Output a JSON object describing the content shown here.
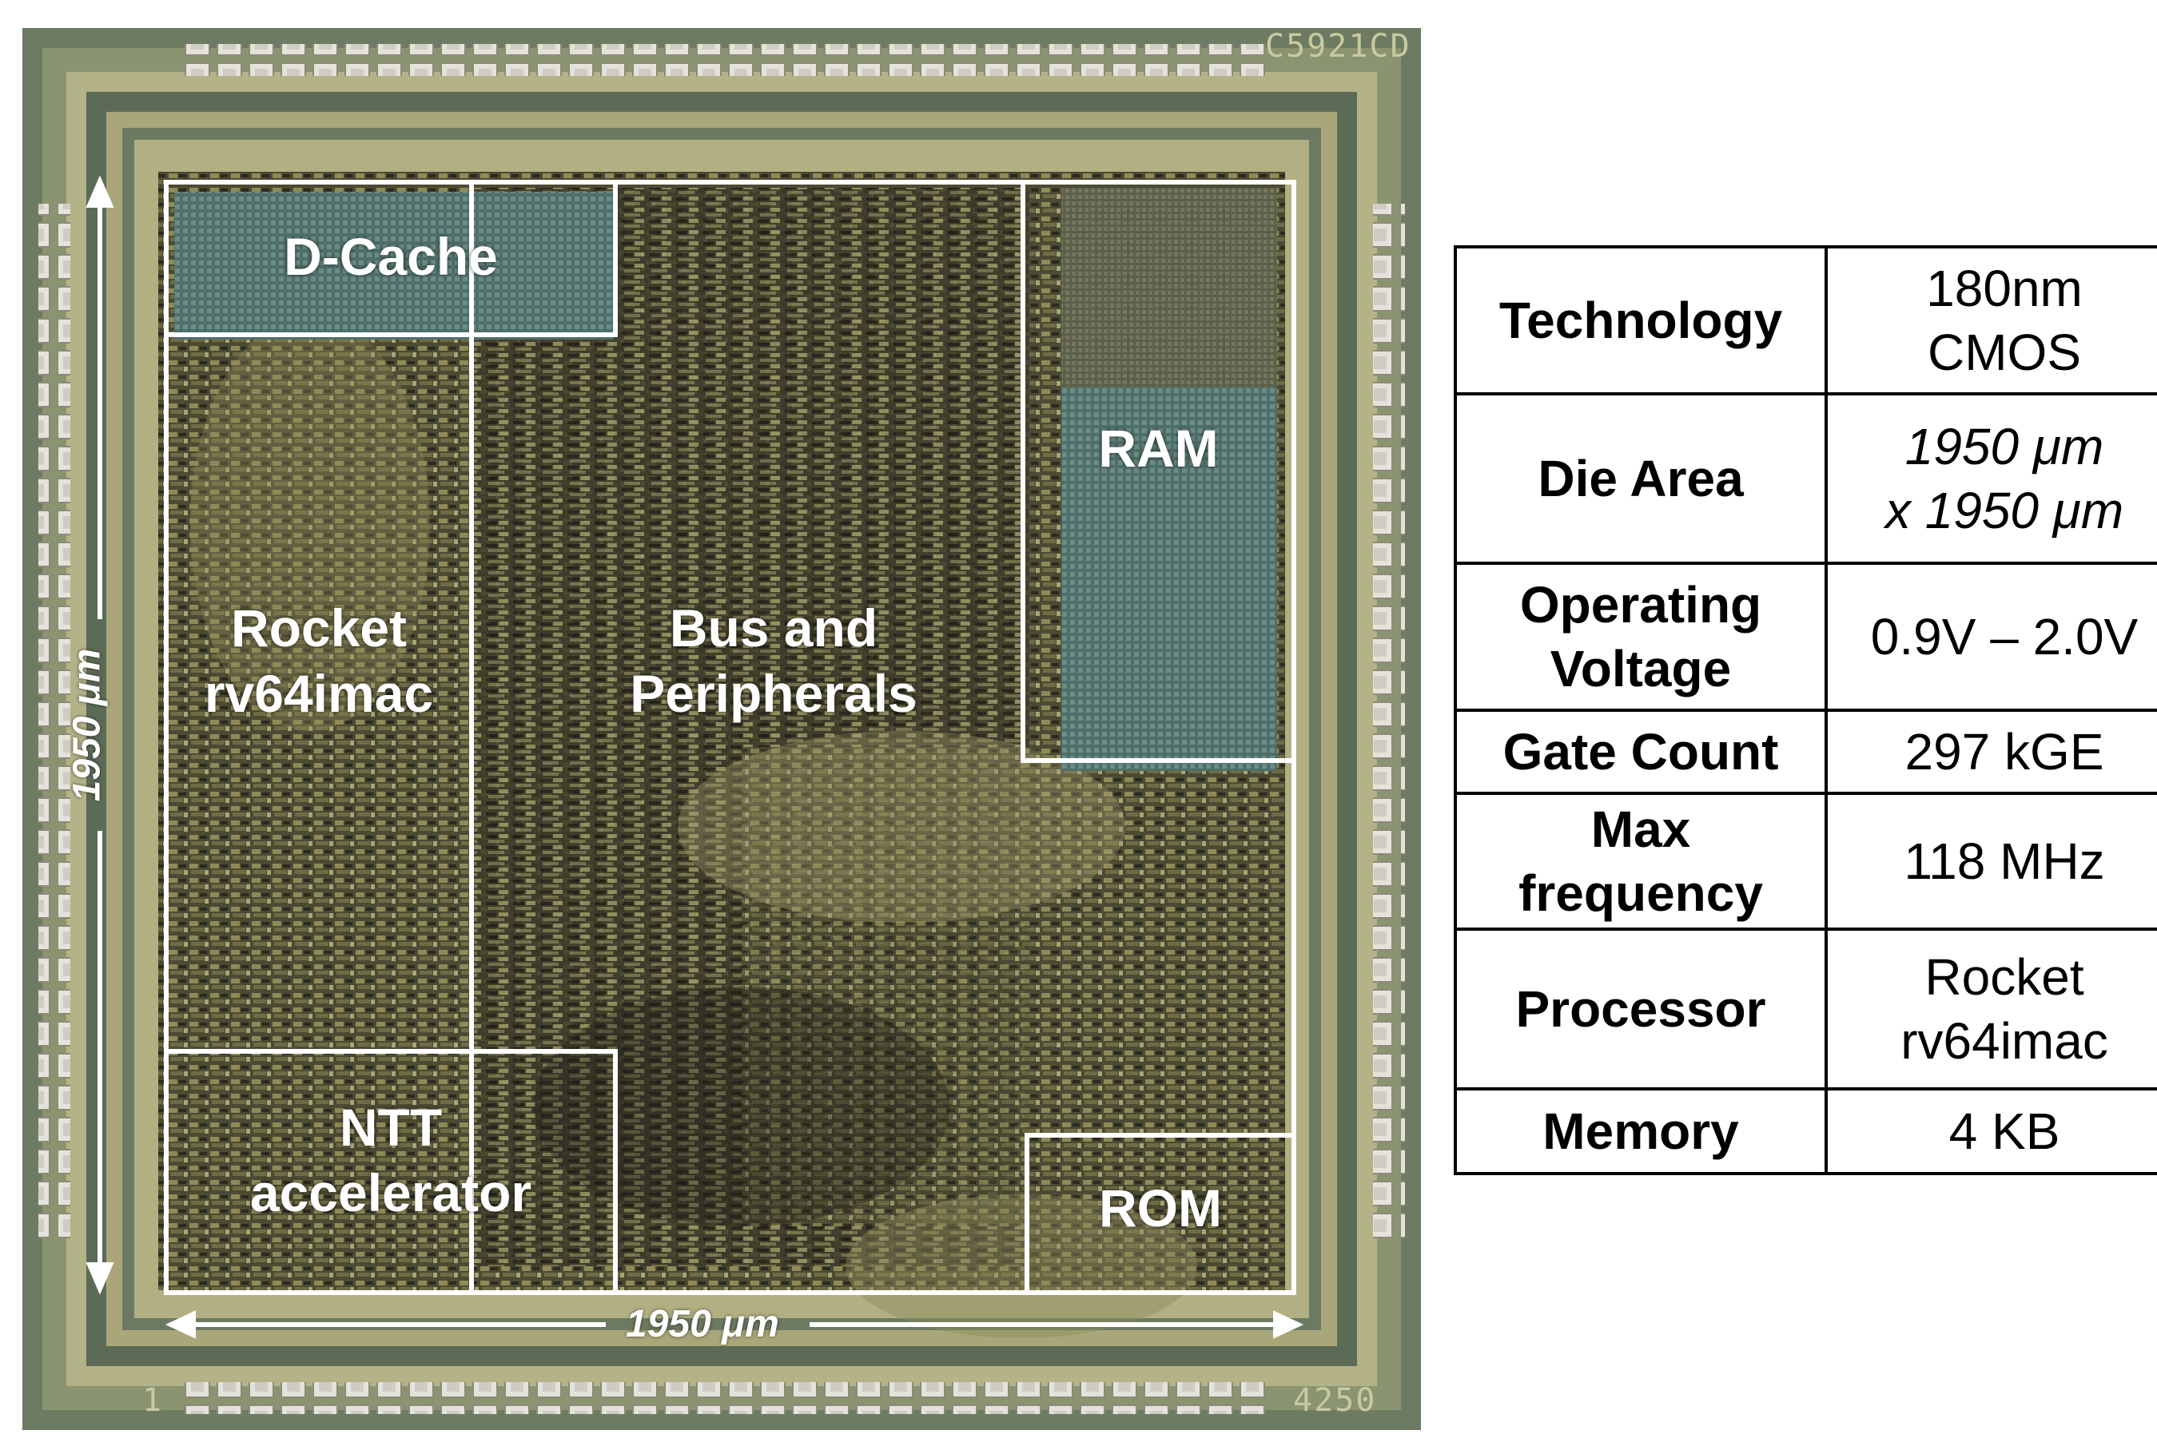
{
  "die": {
    "top_marking": "C5921CD",
    "bottom_left_marking": "1",
    "bottom_right_marking": "4250",
    "width_label": "1950 μm",
    "height_label": "1950 μm",
    "regions": {
      "dcache": "D-Cache",
      "rocket_line1": "Rocket",
      "rocket_line2": "rv64imac",
      "bus_line1": "Bus and",
      "bus_line2": "Peripherals",
      "ram": "RAM",
      "ntt_line1": "NTT",
      "ntt_line2": "accelerator",
      "rom": "ROM"
    },
    "colors": {
      "outline": "#ffffff",
      "die_base": "#5f6b55"
    }
  },
  "specs": [
    {
      "key": "Technology",
      "value_line1": "180nm",
      "value_line2": "CMOS"
    },
    {
      "key": "Die Area",
      "value_line1": "1950 μm",
      "value_line2": "x 1950 μm"
    },
    {
      "key_line1": "Operating",
      "key_line2": "Voltage",
      "value": "0.9V – 2.0V"
    },
    {
      "key": "Gate Count",
      "value": "297 kGE"
    },
    {
      "key_line1": "Max",
      "key_line2": "frequency",
      "value": "118 MHz"
    },
    {
      "key": "Processor",
      "value_line1": "Rocket",
      "value_line2": "rv64imac"
    },
    {
      "key": "Memory",
      "value": "4 KB"
    }
  ]
}
